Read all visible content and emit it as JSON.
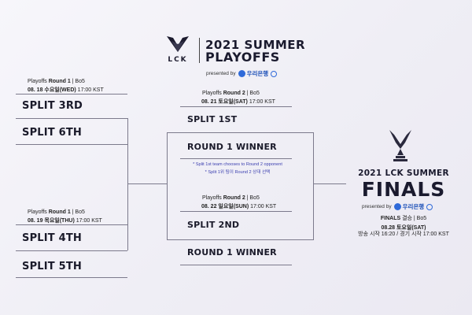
{
  "header": {
    "logo_text": "LCK",
    "title_line1": "2021 SUMMER",
    "title_line2": "PLAYOFFS",
    "presented_by": "presented by",
    "sponsor": "우리은행"
  },
  "round1_a": {
    "label_pre": "Playoffs ",
    "label_round": "Round 1",
    "label_post": " | Bo5",
    "date_bold": "08. 18 수요일(WED)",
    "time": " 17:00 KST",
    "team1": "SPLIT 3RD",
    "team2": "SPLIT 6TH"
  },
  "round1_b": {
    "label_pre": "Playoffs ",
    "label_round": "Round 1",
    "label_post": " | Bo5",
    "date_bold": "08. 19 목요일(THU)",
    "time": " 17:00 KST",
    "team1": "SPLIT 4TH",
    "team2": "SPLIT 5TH"
  },
  "round2_a": {
    "label_pre": "Playoffs ",
    "label_round": "Round 2",
    "label_post": " | Bo5",
    "date_bold": "08. 21 토요일(SAT)",
    "time": " 17:00 KST",
    "team1": "SPLIT 1ST",
    "team2": "ROUND 1 WINNER"
  },
  "round2_note": {
    "line1": "* Split 1st team chooses to Round 2 opponent",
    "line2": "* Split 1위 팀이 Round 2 상대 선택"
  },
  "round2_b": {
    "label_pre": "Playoffs ",
    "label_round": "Round 2",
    "label_post": " | Bo5",
    "date_bold": "08. 22 일요일(SUN)",
    "time": " 17:00 KST",
    "team1": "SPLIT 2ND",
    "team2": "ROUND 1 WINNER"
  },
  "finals": {
    "title_line1": "2021 LCK SUMMER",
    "title_line2": "FINALS",
    "presented_by": "presented by",
    "sponsor": "우리은행",
    "label_bold": "FINALS",
    "label_post": " 결승 | Bo5",
    "date_bold": "08.28 토요일(SAT)",
    "broadcast": "방송 시작 16:20 / 경기 시작 17:00 KST"
  }
}
